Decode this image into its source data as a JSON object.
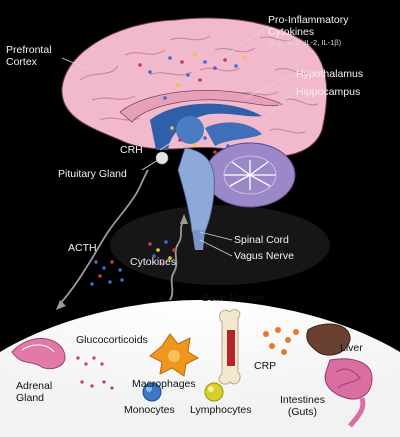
{
  "labels": {
    "prefrontal_cortex_1": "Prefrontal",
    "prefrontal_cortex_2": "Cortex",
    "pro_inflammatory_1": "Pro-Inflammatory",
    "pro_inflammatory_2": "Cytokines",
    "pro_inflammatory_examples": "(e.g., IL-6, IL-2, IL-1β)",
    "hypothalamus": "Hypothalamus",
    "hippocampus": "Hippocampus",
    "crh": "CRH",
    "pituitary_gland": "Pituitary Gland",
    "acth": "ACTH",
    "cytokines": "Cytokines",
    "spinal_cord": "Spinal Cord",
    "vagus_nerve": "Vagus Nerve",
    "bone_marrow": "Bone Marrow",
    "glucocorticoids": "Glucocorticoids",
    "macrophages": "Macrophages",
    "liver": "Liver",
    "crp": "CRP",
    "adrenal_gland_1": "Adrenal",
    "adrenal_gland_2": "Gland",
    "monocytes": "Monocytes",
    "lymphocytes": "Lymphocytes",
    "intestines_1": "Intestines",
    "intestines_2": "(Guts)"
  },
  "colors": {
    "background": "#000000",
    "cortex": "#f2b8cc",
    "cortex_fold": "#c98aa3",
    "limbic": "#2f5fa8",
    "brainstem": "#8ea8d8",
    "cerebellum": "#9a88c8",
    "body_region": "#ffffff",
    "arrow": "#9a9a9a",
    "bone": "#f4e7cf",
    "liver": "#6a4030",
    "intestines": "#d96fa0",
    "adrenal": "#e07aa8",
    "macrophage": "#f0951e",
    "monocyte": "#3a78c2",
    "lymphocyte": "#d8cf2a",
    "crp": "#e8782c"
  }
}
